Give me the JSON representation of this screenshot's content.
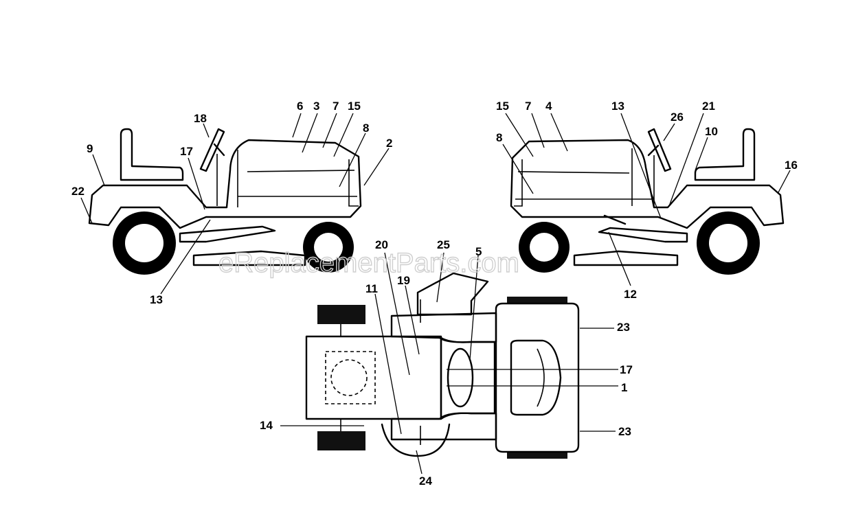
{
  "header": {
    "fragment_text": ""
  },
  "watermark": "eReplacementParts.com",
  "labels": {
    "left": [
      "6",
      "3",
      "7",
      "15",
      "8",
      "2",
      "18",
      "17",
      "9",
      "22",
      "13"
    ],
    "right": [
      "15",
      "7",
      "4",
      "13",
      "26",
      "21",
      "10",
      "8",
      "16",
      "12"
    ],
    "top": [
      "20",
      "25",
      "5",
      "11",
      "19",
      "23",
      "17",
      "1",
      "14",
      "23",
      "24"
    ]
  },
  "colors": {
    "ink": "#000000",
    "background": "#ffffff",
    "watermark": "#cfcfcf"
  }
}
